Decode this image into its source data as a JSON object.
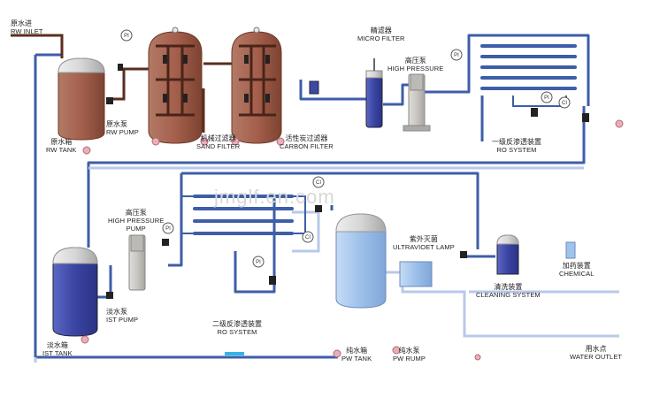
{
  "watermark": "jmglf.en.com",
  "gauge_label": "PI",
  "conductivity_label": "CI",
  "labels": {
    "rw_inlet": {
      "zh": "原水进",
      "en": "RW INLET"
    },
    "rw_tank": {
      "zh": "原水箱",
      "en": "RW TANK"
    },
    "rw_pump": {
      "zh": "原水泵",
      "en": "RW PUMP"
    },
    "sand_filter": {
      "zh": "机械过滤器",
      "en": "SAND FILTER"
    },
    "carbon_filter": {
      "zh": "活性炭过滤器",
      "en": "CARBON FILTER"
    },
    "micro_filter": {
      "zh": "精滤器",
      "en": "MICRO FILTER"
    },
    "high_pressure_1": {
      "zh": "高压泵",
      "en": "HIGH PRESSURE"
    },
    "ro_system_1": {
      "zh": "一级反渗透装置",
      "en": "RO SYSTEM"
    },
    "high_pressure_pump_2": {
      "zh": "高压泵",
      "en": "HIGH PRESSURE",
      "en2": "PUMP"
    },
    "ist_tank": {
      "zh": "淡水箱",
      "en": "IST TANK"
    },
    "ist_pump": {
      "zh": "淡水泵",
      "en": "IST PUMP"
    },
    "ro_system_2": {
      "zh": "二级反渗透装置",
      "en": "RO SYSTEM"
    },
    "uv_lamp": {
      "zh": "紫外灭菌",
      "en": "ULTRAVIOET LAMP"
    },
    "pw_tank": {
      "zh": "纯水箱",
      "en": "PW TANK"
    },
    "pw_pump": {
      "zh": "纯水泵",
      "en": "PW RUMP"
    },
    "cleaning_system": {
      "zh": "清洗装置",
      "en": "CLEANING SYSTEM"
    },
    "chemical": {
      "zh": "加药装置",
      "en": "CHEMICAL"
    },
    "water_outlet": {
      "zh": "用水点",
      "en": "WATER OUTLET"
    }
  },
  "colors": {
    "pipe_blue": "#3d5ea8",
    "pipe_light": "#b9c9ea",
    "pipe_brown": "#5a2d1c",
    "tank_brown": "#9c5a48",
    "tank_blue": "#3c48a8",
    "tank_light_blue": "#9fc4ec",
    "equipment_gray": "#c9c6c2",
    "gauge_pink": "#e7b0b9"
  }
}
